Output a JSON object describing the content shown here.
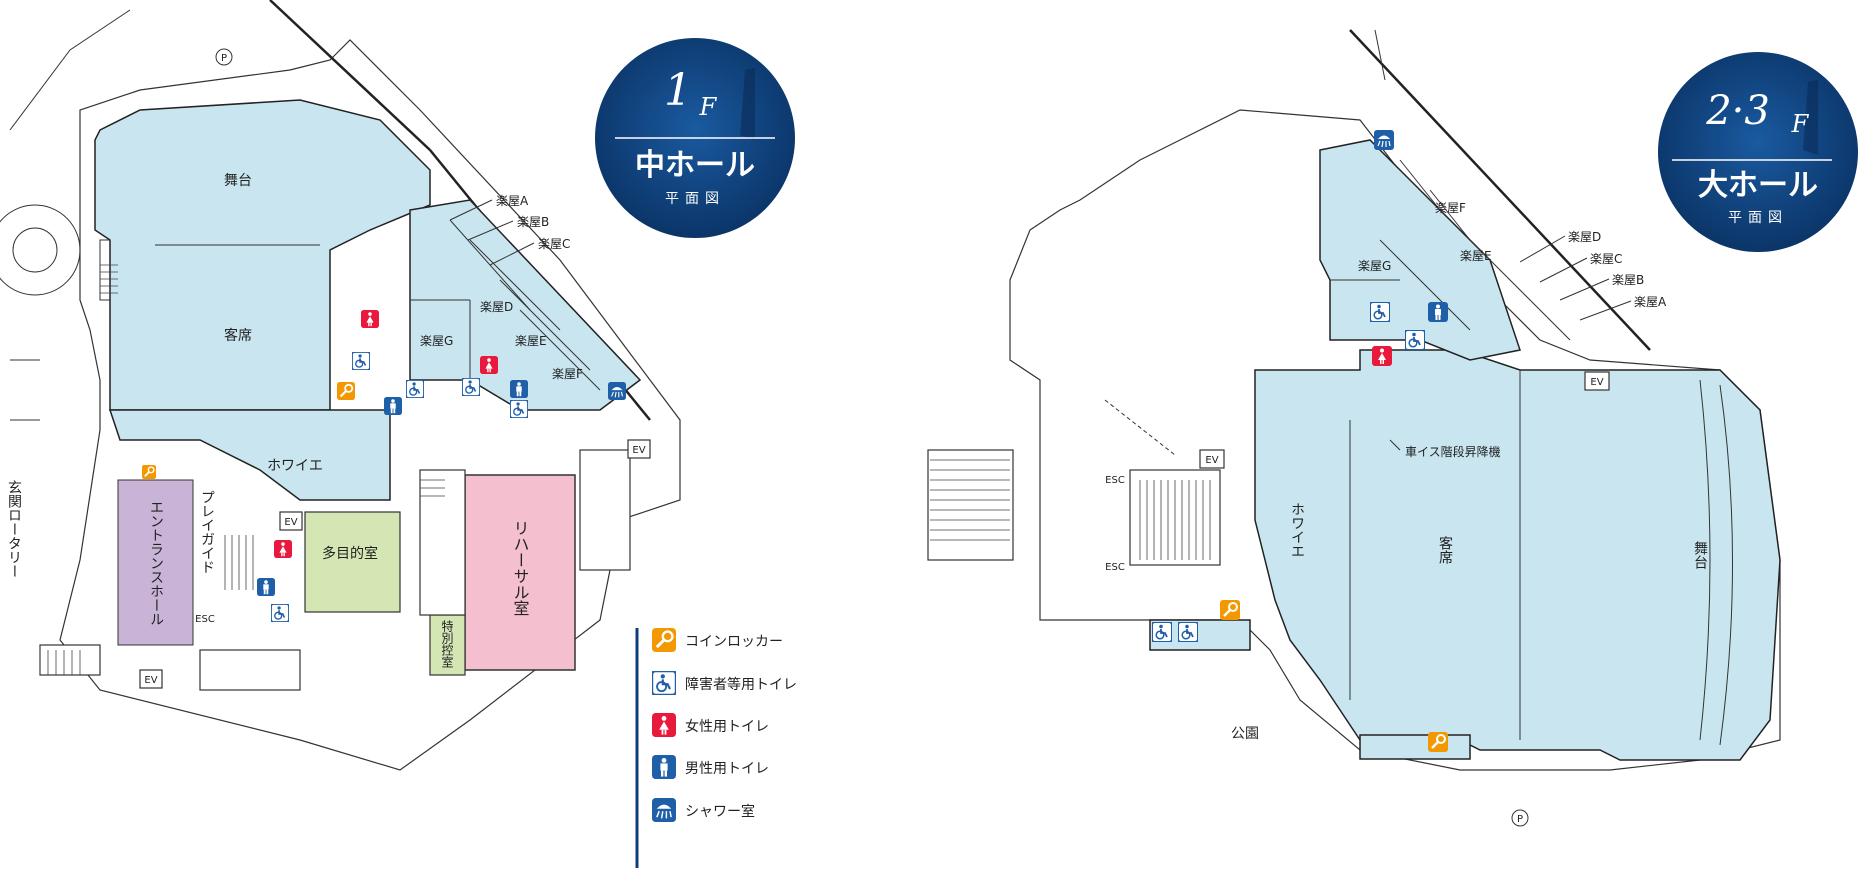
{
  "floor1": {
    "badge": {
      "floor_number": "1",
      "floor_suffix": "F",
      "hall_name": "中ホール",
      "caption": "平面図"
    },
    "labels": {
      "stage": "舞台",
      "seats": "客席",
      "foyer": "ホワイエ",
      "dressing_a": "楽屋A",
      "dressing_b": "楽屋B",
      "dressing_c": "楽屋C",
      "dressing_d": "楽屋D",
      "dressing_e": "楽屋E",
      "dressing_f": "楽屋F",
      "dressing_g": "楽屋G",
      "entrance_hall": "エントランスホール",
      "play_guide": "プレイガイド",
      "multipurpose": "多目的室",
      "rehearsal": "リハーサル室",
      "special_waiting": "特別控室",
      "front_rotary": "玄関ロータリー",
      "ev": "EV",
      "esc": "ESC",
      "parking": "P"
    }
  },
  "floor23": {
    "badge": {
      "floor_number": "2·3",
      "floor_suffix": "F",
      "hall_name": "大ホール",
      "caption": "平面図"
    },
    "labels": {
      "stage": "舞台",
      "seats": "客席",
      "foyer": "ホワイエ",
      "dressing_a": "楽屋A",
      "dressing_b": "楽屋B",
      "dressing_c": "楽屋C",
      "dressing_d": "楽屋D",
      "dressing_e": "楽屋E",
      "dressing_f": "楽屋F",
      "dressing_g": "楽屋G",
      "wheelchair_lift": "車イス階段昇降機",
      "park": "公園",
      "ev1": "EV",
      "ev2": "EV",
      "esc1": "ESC",
      "esc2": "ESC",
      "parking": "P"
    }
  },
  "legend": {
    "items": [
      {
        "icon": "coin-locker-icon",
        "label": "コインロッカー",
        "color": "#f39800"
      },
      {
        "icon": "accessible-toilet-icon",
        "label": "障害者等用トイレ",
        "color": "#1f5fa8"
      },
      {
        "icon": "womens-toilet-icon",
        "label": "女性用トイレ",
        "color": "#e8193c"
      },
      {
        "icon": "mens-toilet-icon",
        "label": "男性用トイレ",
        "color": "#1f5fa8"
      },
      {
        "icon": "shower-icon",
        "label": "シャワー室",
        "color": "#1f5fa8"
      }
    ]
  },
  "colors": {
    "hall_area": "#c9e6f0",
    "entrance_hall": "#c9b3d6",
    "multipurpose": "#d3e6b3",
    "rehearsal": "#f4c0cf",
    "special_waiting": "#d3e6b3",
    "badge": "#0d3e78",
    "legend_line": "#0d3e78"
  }
}
